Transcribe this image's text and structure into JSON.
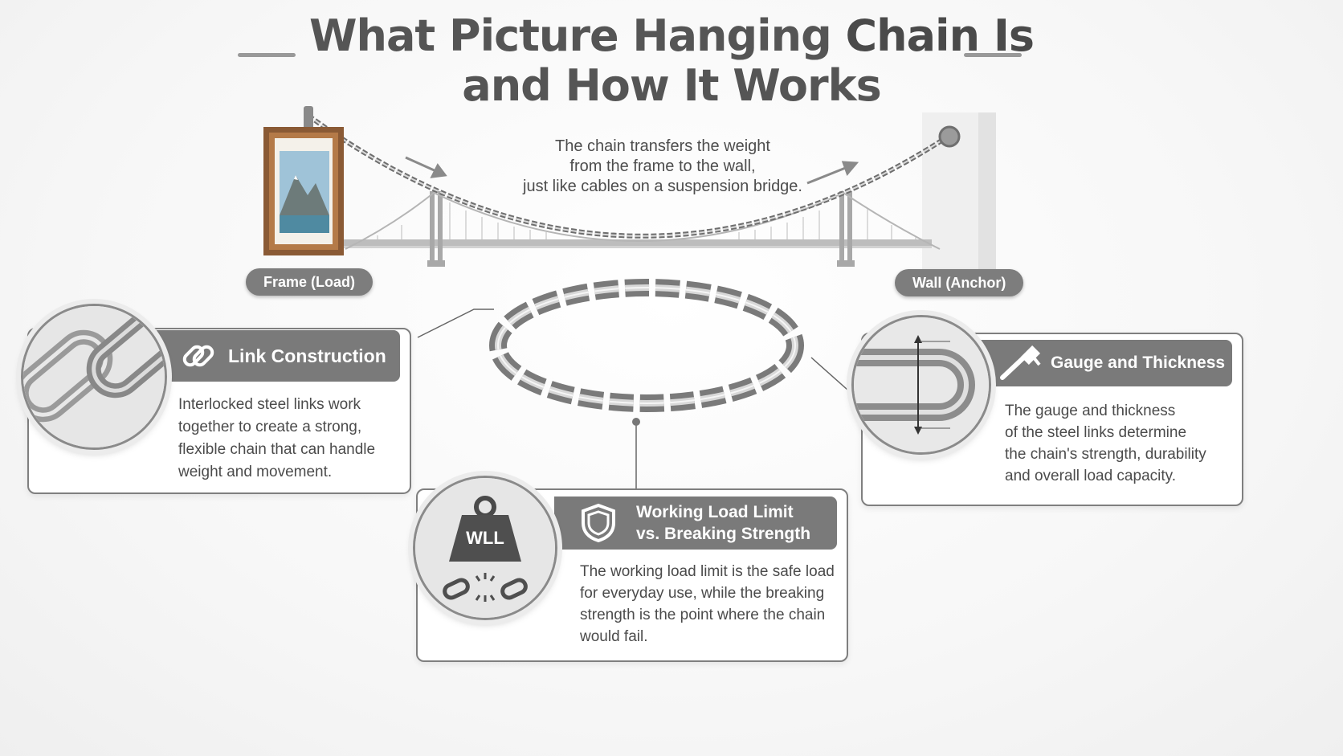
{
  "title": {
    "line1_a": "What Picture Hanging ",
    "line1_b": "Chain Is",
    "line2": "and How It Works"
  },
  "scene": {
    "caption_lines": [
      "The chain transfers the weight",
      "from the frame to the wall,",
      "just like cables on a suspension bridge."
    ],
    "frame_label": "Frame (Load)",
    "wall_label": "Wall (Anchor)"
  },
  "panels": {
    "link": {
      "heading": "Link Construction",
      "icon": "chain-link-icon",
      "text_lines": [
        "Interlocked steel links work",
        "together to create a strong,",
        "flexible chain that can handle",
        "weight and movement."
      ]
    },
    "gauge": {
      "heading": "Gauge and Thickness",
      "icon": "caliper-icon",
      "text_lines": [
        "The gauge and thickness",
        "of the steel links determine",
        "the chain's strength, durability",
        "and overall load capacity."
      ]
    },
    "wll": {
      "heading_lines": [
        "Working Load Limit",
        "vs. Breaking Strength"
      ],
      "icon": "shield-icon",
      "weight_label": "WLL",
      "text_lines": [
        "The working load limit is the safe load",
        "for everyday use, while the breaking",
        "strength is the point where the chain",
        "would fail."
      ]
    }
  },
  "colors": {
    "banner": "#7a7a7a",
    "steel": "#8f8f8f",
    "frame_wood": "#8a5a35"
  }
}
